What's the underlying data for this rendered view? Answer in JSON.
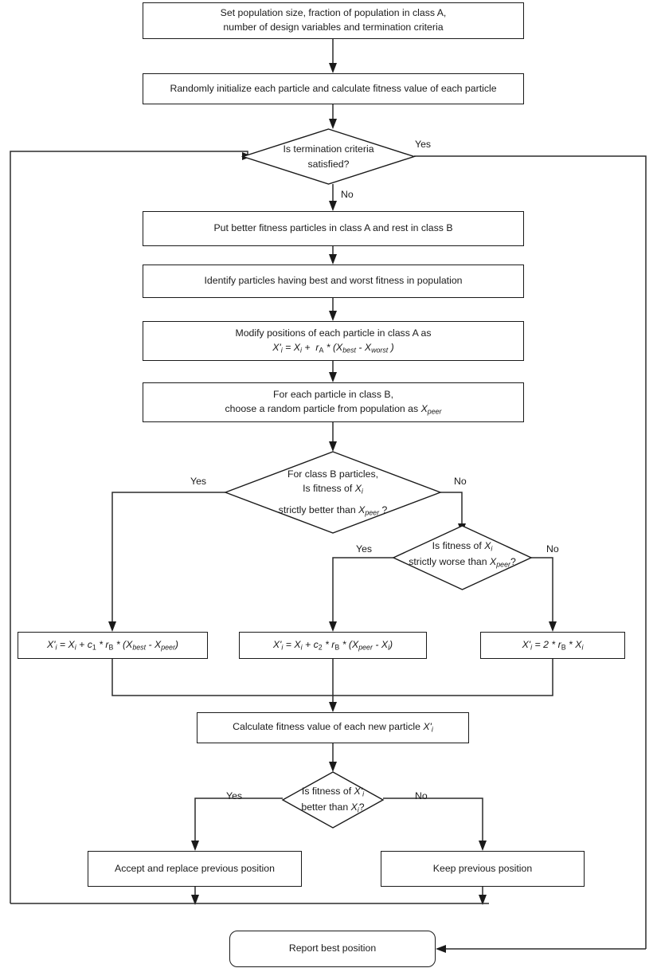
{
  "diagram": {
    "title": "Algorithm flowchart",
    "nodes": {
      "start": {
        "line1": "Set population size, fraction of population in class A,",
        "line2": "number of design variables and termination criteria"
      },
      "init": {
        "text": "Randomly initialize each particle and calculate fitness value of each particle"
      },
      "term_check": {
        "line1": "Is termination criteria",
        "line2": "satisfied?"
      },
      "classify": {
        "text": "Put better fitness particles in class A and rest in class B"
      },
      "identify": {
        "text": "Identify particles having best and worst fitness in population"
      },
      "modify_a": {
        "line1": "Modify positions of each particle in class A as",
        "formula": "X'i = Xi +  rA * (Xbest - Xworst )"
      },
      "class_b_peer": {
        "line1": "For each particle in class B,",
        "line2": "choose a random particle from population as Xpeer"
      },
      "better_check": {
        "line1": "For class B particles,",
        "line2": "Is fitness of Xi",
        "line3": "strictly better than Xpeer ?"
      },
      "worse_check": {
        "line1": "Is fitness of Xi",
        "line2": "strictly worse than Xpeer?"
      },
      "update_left": {
        "formula": "X'i = Xi + c1 * rB * (Xbest - Xpeer)"
      },
      "update_mid": {
        "formula": "X'i = Xi + c2 * rB * (Xpeer - Xi)"
      },
      "update_right": {
        "formula": "X'i = 2 * rB * Xi"
      },
      "calc_new": {
        "text": "Calculate fitness value of each new particle X'i"
      },
      "improve_check": {
        "line1": "Is fitness of X'i",
        "line2": "better than Xi?"
      },
      "accept": {
        "text": "Accept and replace previous position"
      },
      "keep": {
        "text": "Keep previous position"
      },
      "report": {
        "text": "Report best position"
      }
    },
    "edge_labels": {
      "term_yes": "Yes",
      "term_no": "No",
      "better_yes": "Yes",
      "better_no": "No",
      "worse_yes": "Yes",
      "worse_no": "No",
      "improve_yes": "Yes",
      "improve_no": "No"
    },
    "colors": {
      "stroke": "#1a1a1a",
      "wire": "#2b2b2b",
      "background": "#ffffff",
      "text": "#1a1a1a"
    }
  }
}
